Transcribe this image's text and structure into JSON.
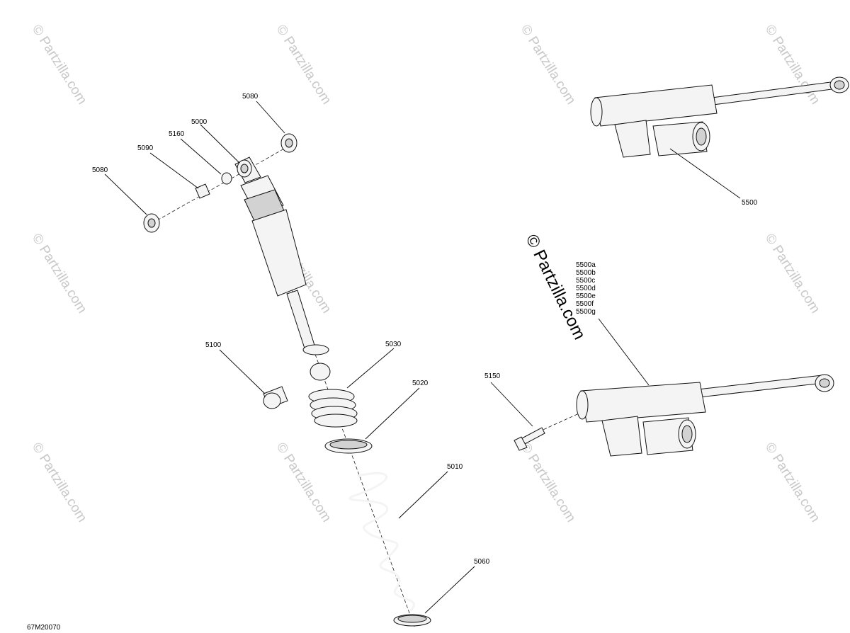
{
  "diagram_code": "67M20070",
  "watermark": "© Partzilla.com",
  "callouts": {
    "c5080_top": "5080",
    "c5000": "5000",
    "c5160": "5160",
    "c5090": "5090",
    "c5080_left": "5080",
    "c5100": "5100",
    "c5030": "5030",
    "c5020": "5020",
    "c5010": "5010",
    "c5060": "5060",
    "c5500": "5500",
    "c5150": "5150",
    "c5500a": "5500a",
    "c5500b": "5500b",
    "c5500c": "5500c",
    "c5500d": "5500d",
    "c5500e": "5500e",
    "c5500f": "5500f",
    "c5500g": "5500g"
  }
}
